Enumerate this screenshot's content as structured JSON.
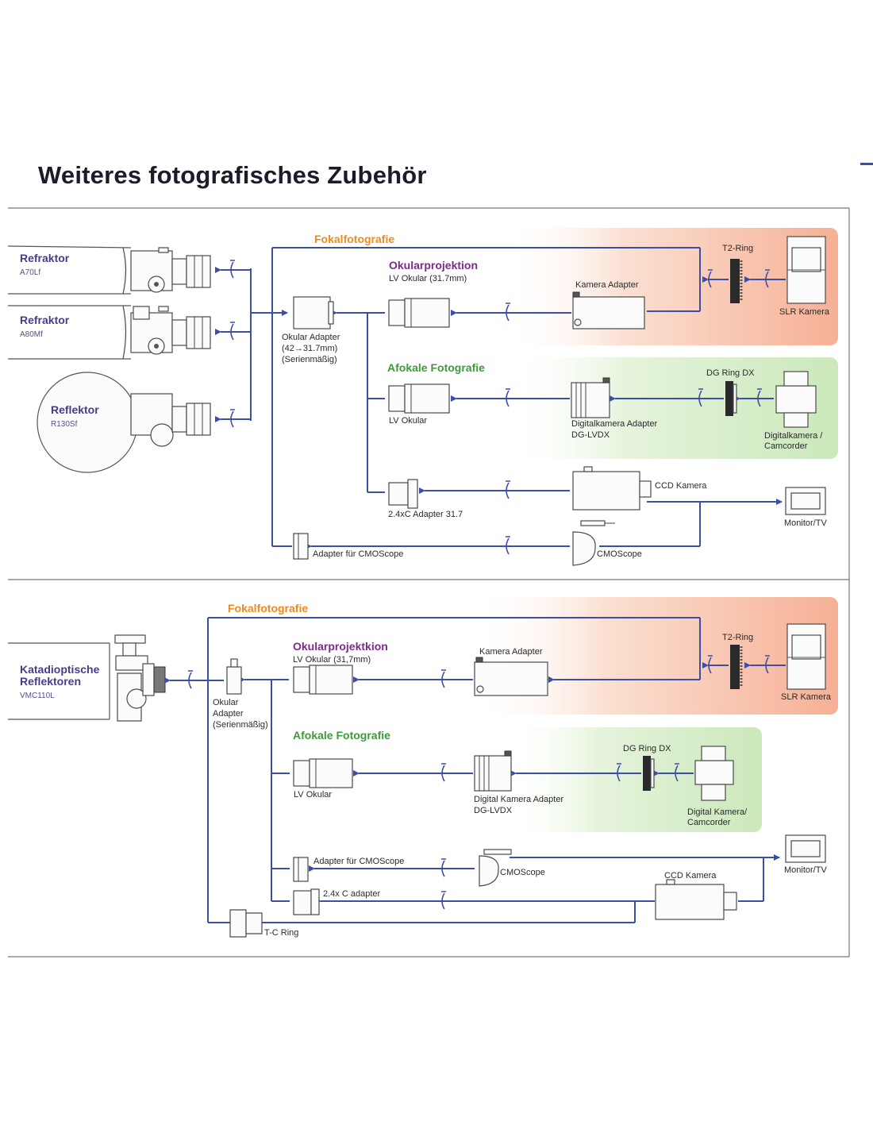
{
  "title": "Weiteres fotografisches Zubehör",
  "colors": {
    "wire": "#3b4fa8",
    "section_orange": "#f08a1c",
    "section_purple": "#7a2d86",
    "section_green": "#3e9a3a",
    "bg_orange": "#f7b79a",
    "bg_green": "#d5ecc6"
  },
  "top": {
    "scopes": [
      {
        "name": "Refraktor",
        "model": "A70Lf"
      },
      {
        "name": "Refraktor",
        "model": "A80Mf"
      },
      {
        "name": "Reflektor",
        "model": "R130Sf"
      }
    ],
    "okular_adapter": [
      "Okular Adapter",
      "(42→31.7mm)",
      "(Serienmäßig)"
    ],
    "fokal": "Fokalfotografie",
    "okularprojektion": {
      "title": "Okularprojektion",
      "sub": "LV Okular (31.7mm)"
    },
    "kamera_adapter": "Kamera Adapter",
    "t2_ring": "T2-Ring",
    "slr": "SLR Kamera",
    "afokal": "Afokale Fotografie",
    "lv_okular": "LV Okular",
    "digi_adapter": [
      "Digitalkamera Adapter",
      "DG-LVDX"
    ],
    "dg_ring": "DG Ring DX",
    "digicam": [
      "Digitalkamera /",
      "Camcorder"
    ],
    "adapter_24": "2.4xC Adapter 31.7",
    "ccd": "CCD Kamera",
    "monitor": "Monitor/TV",
    "cmos_adapter": "Adapter für CMOScope",
    "cmoscope": "CMOScope"
  },
  "bottom": {
    "scope": {
      "name": [
        "Katadioptische",
        "Reflektoren"
      ],
      "model": "VMC110L"
    },
    "okular_adapter": [
      "Okular",
      "Adapter",
      "(Serienmäßig)"
    ],
    "fokal": "Fokalfotografie",
    "okularprojektion": {
      "title": "Okularprojektkion",
      "sub": "LV Okular (31,7mm)"
    },
    "kamera_adapter": "Kamera Adapter",
    "t2_ring": "T2-Ring",
    "slr": "SLR Kamera",
    "afokal": "Afokale Fotografie",
    "lv_okular": "LV Okular",
    "digi_adapter": [
      "Digital Kamera Adapter",
      "DG-LVDX"
    ],
    "dg_ring": "DG Ring DX",
    "digicam": [
      "Digital Kamera/",
      "Camcorder"
    ],
    "cmos_adapter": "Adapter für CMOScope",
    "cmoscope": "CMOScope",
    "adapter_24": "2.4x C adapter",
    "ccd": "CCD Kamera",
    "monitor": "Monitor/TV",
    "tc_ring": "T-C Ring"
  }
}
